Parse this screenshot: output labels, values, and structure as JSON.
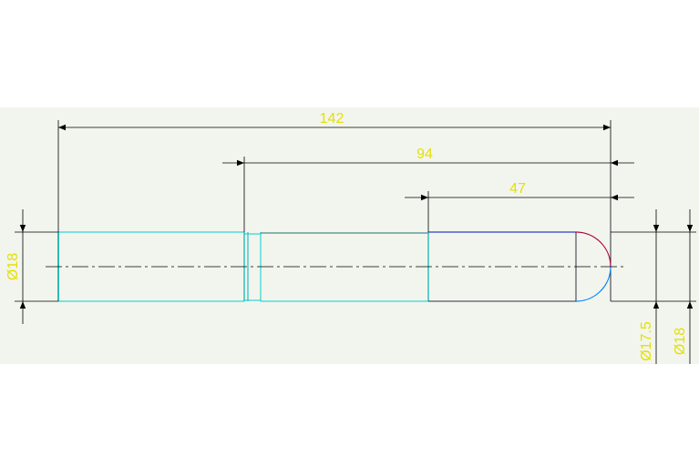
{
  "colors": {
    "sheet_background": "#f2f5ee",
    "dimension_text": "#e6e000",
    "dimension_line": "#000000",
    "outline_cyan": "#00d0d0",
    "outline_dark": "#30303a",
    "outline_blue": "#3040c0",
    "arc_magenta": "#b00040",
    "arc_blue": "#0080ff",
    "centerline": "#000000"
  },
  "dimensions": {
    "overall_length": "142",
    "middle_length": "94",
    "end_length": "47",
    "left_diameter": "Ø18",
    "right_diameter_inner": "Ø17.5",
    "right_diameter_outer": "Ø18"
  }
}
